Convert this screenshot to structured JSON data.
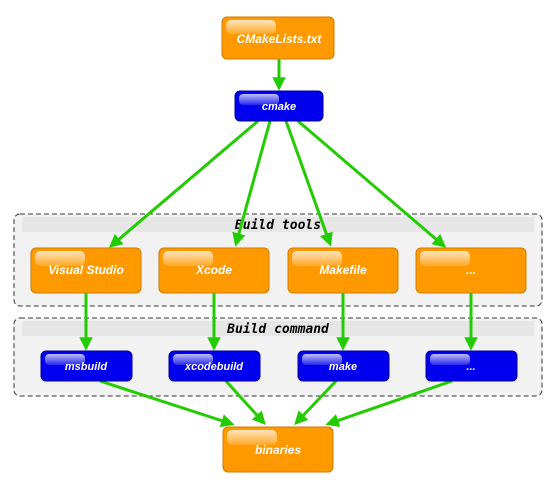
{
  "colors": {
    "orange": "#ff9900",
    "blue": "#0000ee",
    "arrow": "#22cc00",
    "group_bg": "#f2f2f2"
  },
  "groups": {
    "tools": "Build tools",
    "command": "Build command"
  },
  "nodes": {
    "cmakelists": "CMakeLists.txt",
    "cmake": "cmake",
    "visual_studio": "Visual Studio",
    "xcode": "Xcode",
    "makefile": "Makefile",
    "tool_other": "...",
    "msbuild": "msbuild",
    "xcodebuild": "xcodebuild",
    "make": "make",
    "cmd_other": "...",
    "binaries": "binaries"
  }
}
